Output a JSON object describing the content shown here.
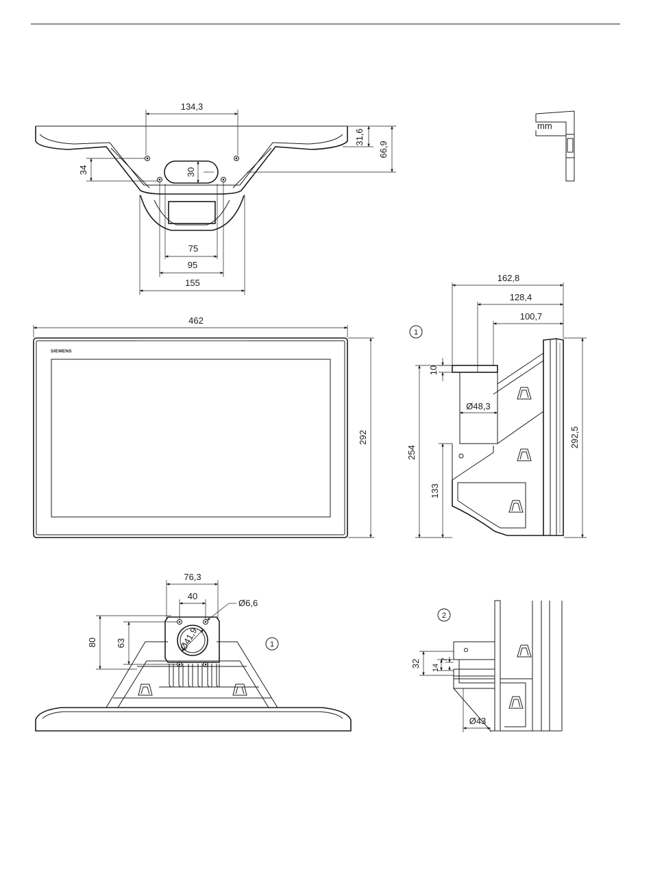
{
  "units": {
    "label": "mm",
    "icon": "caliper-icon"
  },
  "brand": {
    "label": "SIEMENS"
  },
  "callouts": {
    "c1": "1",
    "c2": "2"
  },
  "top_view": {
    "d_134_3": "134,3",
    "d_31_6": "31,6",
    "d_66_9": "66,9",
    "d_34": "34",
    "d_30": "30",
    "d_75": "75",
    "d_95": "95",
    "d_155": "155"
  },
  "front_view": {
    "d_462": "462",
    "d_292": "292"
  },
  "side_view": {
    "d_162_8": "162,8",
    "d_128_4": "128,4",
    "d_100_7": "100,7",
    "d_10": "10",
    "d_48_3": "Ø48,3",
    "d_254": "254",
    "d_133": "133",
    "d_292_5": "292,5"
  },
  "bottom_view": {
    "d_76_3": "76,3",
    "d_40": "40",
    "d_6_6": "Ø6,6",
    "d_41_9": "Ø41,9",
    "d_80": "80",
    "d_63": "63"
  },
  "detail_view": {
    "d_32": "32",
    "d_14": "14",
    "d_7": "7",
    "d_43": "Ø43"
  }
}
